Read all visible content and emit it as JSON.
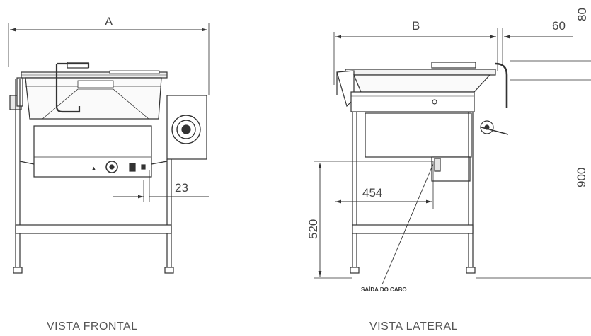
{
  "views": {
    "front": {
      "caption": "VISTA FRONTAL",
      "dim_width": "A",
      "dim_side": "23"
    },
    "side": {
      "caption": "VISTA LATERAL",
      "dim_width": "B",
      "dim_handle": "60",
      "dim_top": "80",
      "dim_height": "900",
      "dim_cable_height": "520",
      "dim_cable_offset": "454",
      "cable_label": "SAÍDA DO CABO"
    }
  }
}
